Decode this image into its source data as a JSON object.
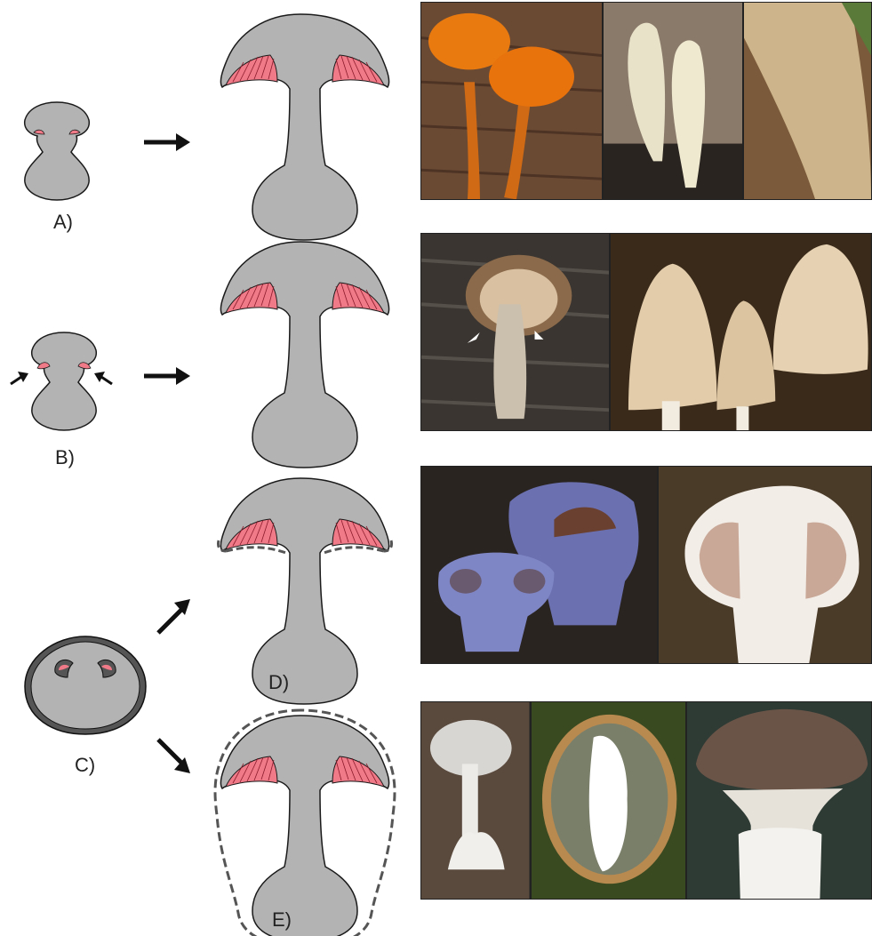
{
  "figure": {
    "stages": [
      {
        "id": "A",
        "label": "A)"
      },
      {
        "id": "B",
        "label": "B)"
      },
      {
        "id": "C",
        "label": "C)"
      },
      {
        "id": "D",
        "label": "D)"
      },
      {
        "id": "E",
        "label": "E)"
      }
    ],
    "colors": {
      "tissue": "#b3b3b3",
      "gills": "#f07a88",
      "outline": "#1a1a1a",
      "veil": "#555555"
    }
  }
}
